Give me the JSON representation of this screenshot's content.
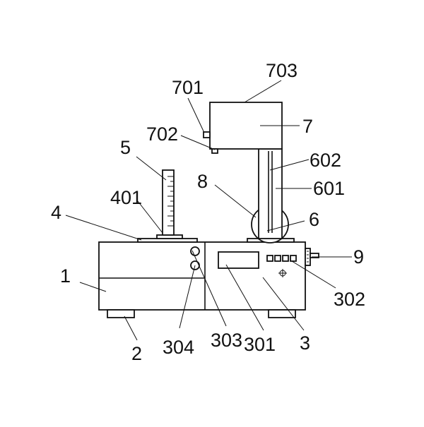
{
  "labels": {
    "l1": "1",
    "l2": "2",
    "l3": "3",
    "l4": "4",
    "l5": "5",
    "l6": "6",
    "l7": "7",
    "l8": "8",
    "l9": "9",
    "l301": "301",
    "l302": "302",
    "l303": "303",
    "l304": "304",
    "l401": "401",
    "l601": "601",
    "l602": "602",
    "l701": "701",
    "l702": "702",
    "l703": "703"
  },
  "colors": {
    "line": "#111111",
    "background": "#ffffff"
  }
}
